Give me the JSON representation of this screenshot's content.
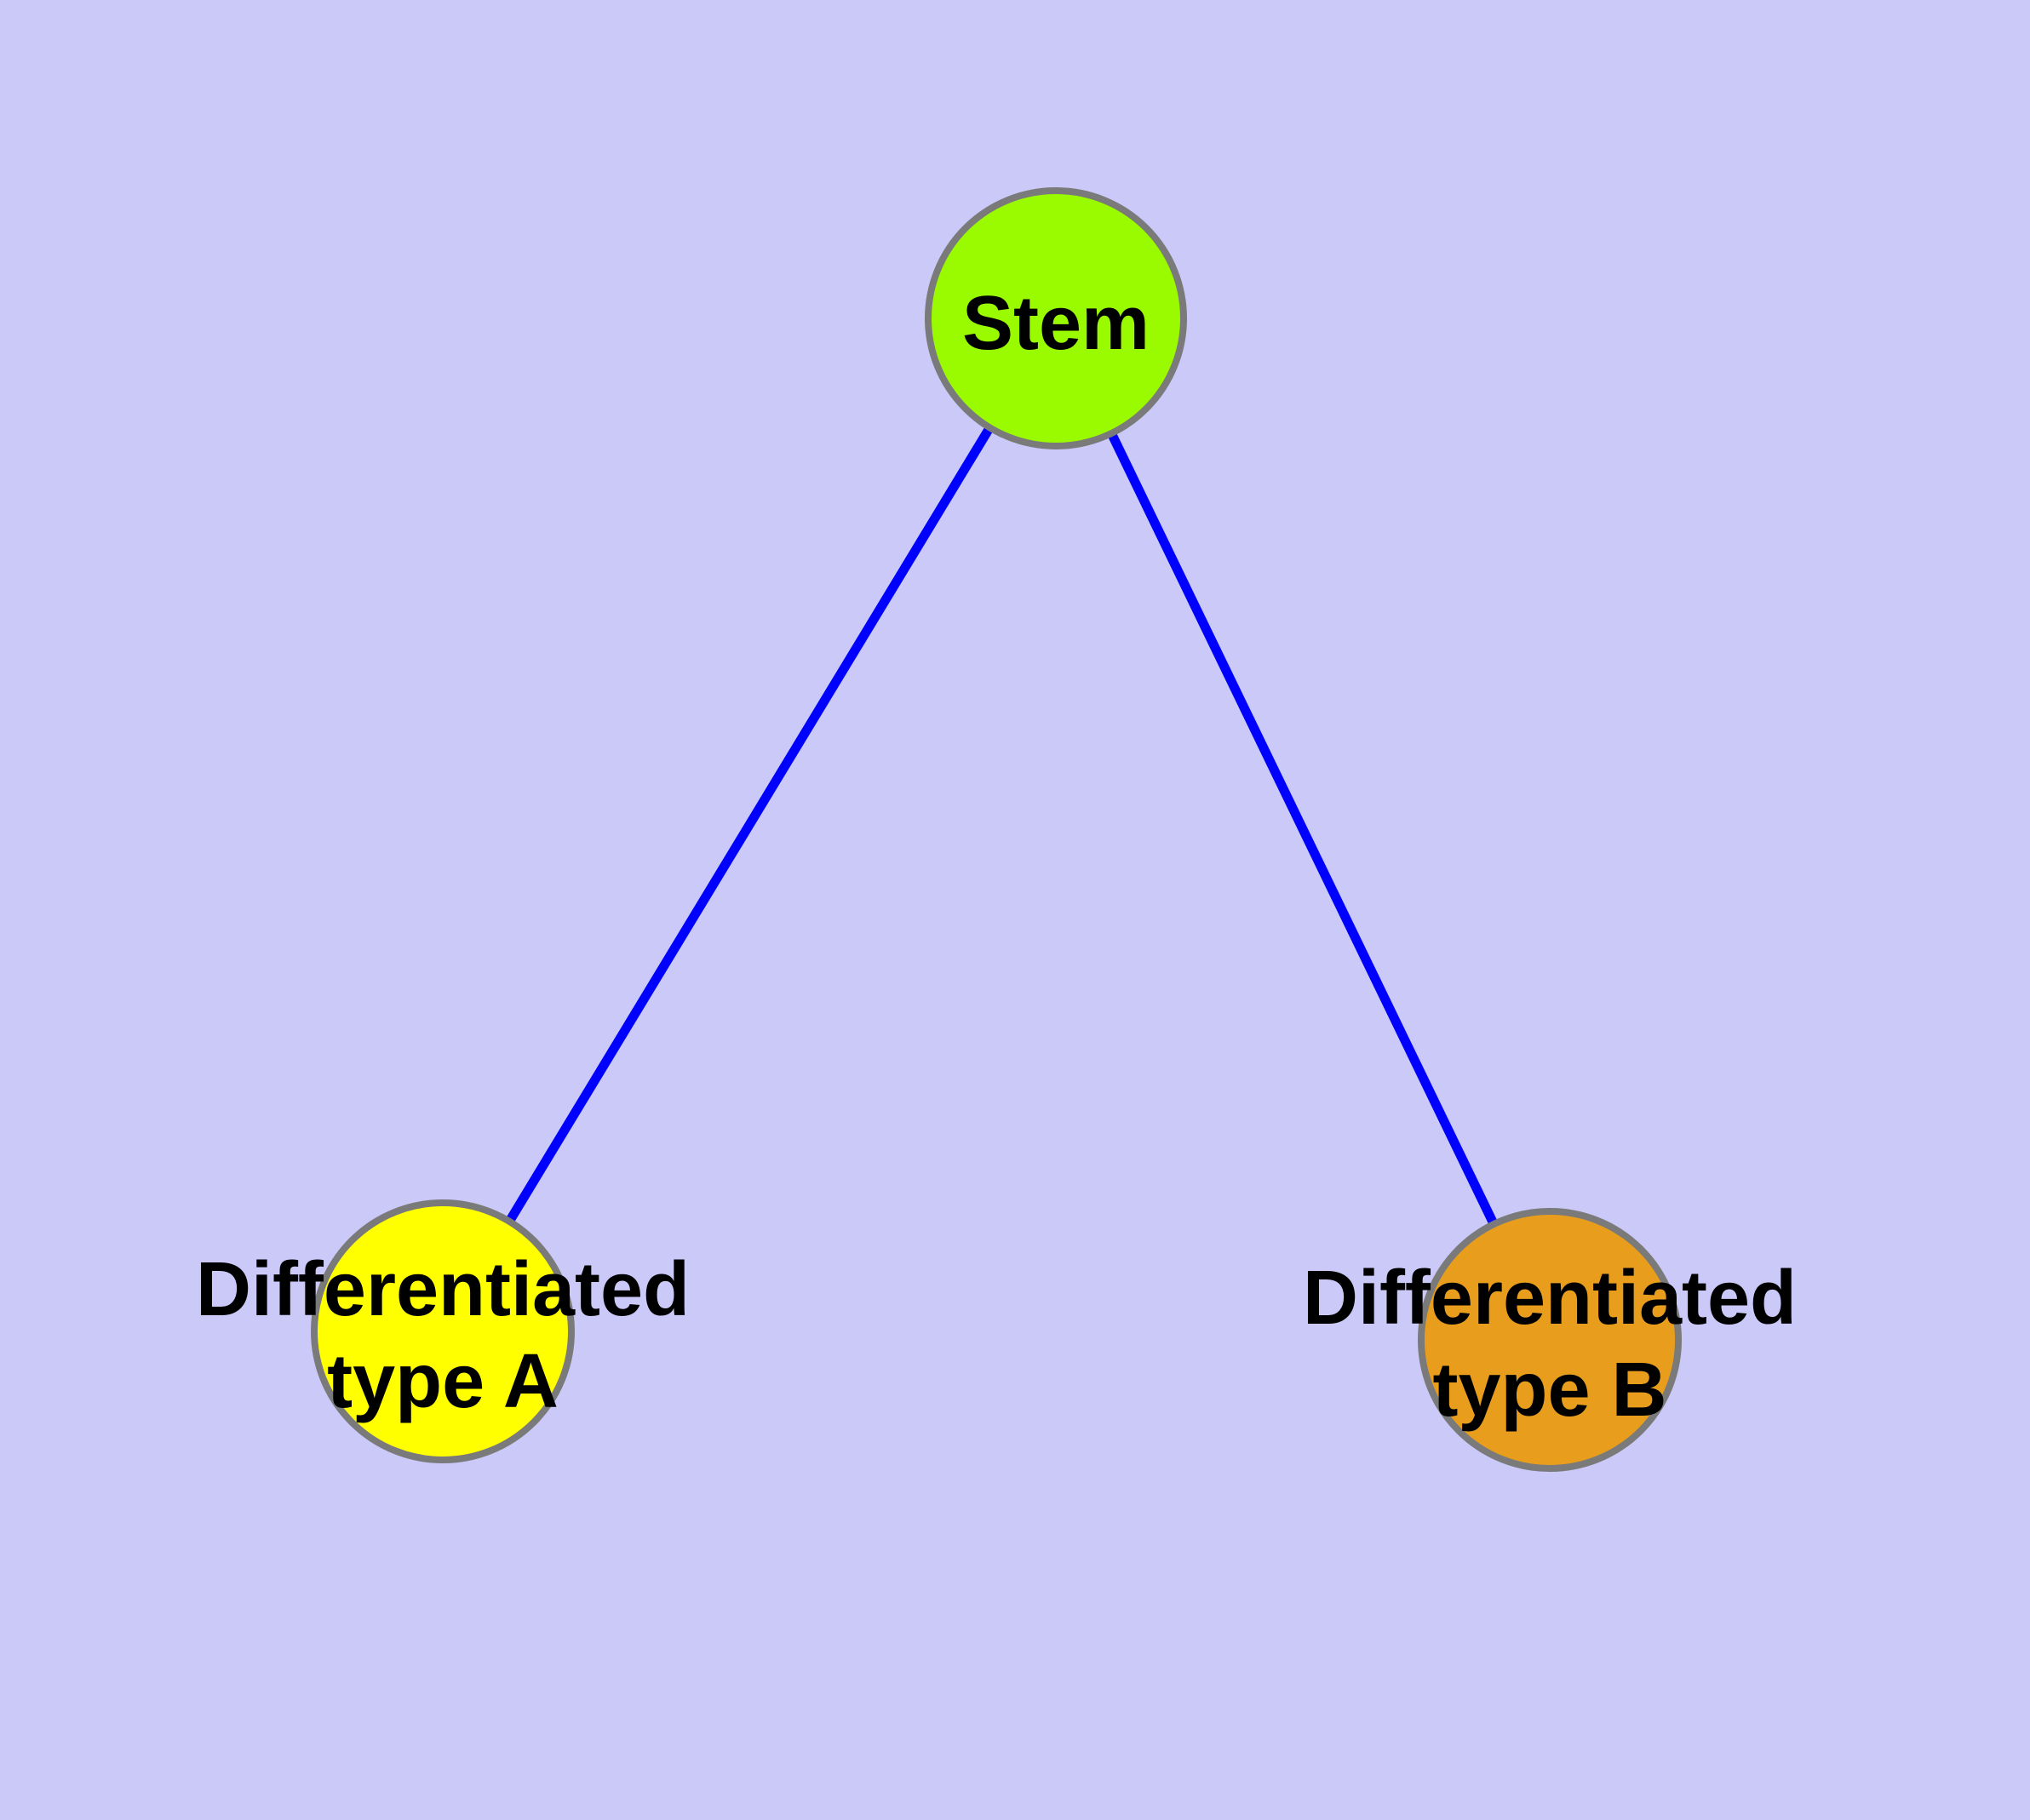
{
  "diagram": {
    "type": "graph",
    "background_color": "#cac9f7",
    "edge_color": "#0000ff",
    "node_border_color": "#7a7a7a",
    "text_color": "#000000",
    "nodes": [
      {
        "id": "stem",
        "lines": [
          "Stem"
        ],
        "fill": "#9afa00"
      },
      {
        "id": "differentiated-type-a",
        "lines": [
          "Differentiated",
          "type A"
        ],
        "fill": "#ffff00"
      },
      {
        "id": "differentiated-type-b",
        "lines": [
          "Differentiated",
          "type B"
        ],
        "fill": "#e89e1c"
      }
    ],
    "edges": [
      {
        "from": "stem",
        "to": "differentiated-type-a"
      },
      {
        "from": "stem",
        "to": "differentiated-type-b"
      }
    ]
  }
}
